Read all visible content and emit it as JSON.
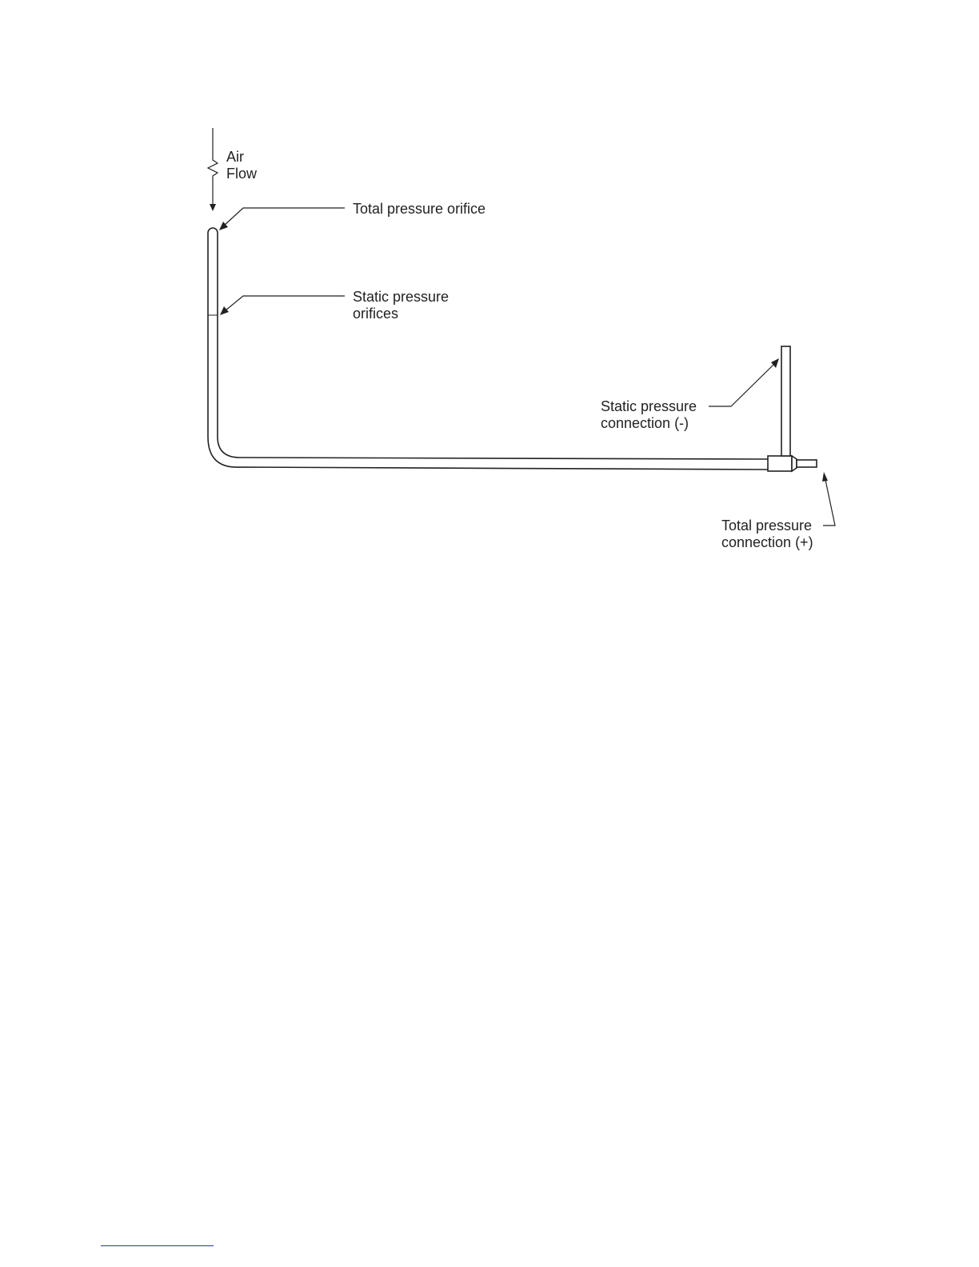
{
  "labels": {
    "air_flow": [
      "Air",
      "Flow"
    ],
    "total_pressure_orifice": [
      "Total pressure orifice"
    ],
    "static_pressure_orifices": [
      "Static pressure",
      "orifices"
    ],
    "static_pressure_connection": [
      "Static pressure",
      "connection (-)"
    ],
    "total_pressure_connection": [
      "Total pressure",
      "connection (+)"
    ]
  },
  "colors": {
    "line": "#222222",
    "footnote_rule": "#1f3a9e"
  }
}
